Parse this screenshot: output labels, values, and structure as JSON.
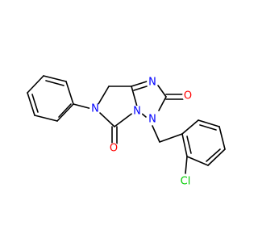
{
  "molecule": {
    "colors": {
      "bond": "#000000",
      "carbon": "#000000",
      "nitrogen": "#0000ff",
      "oxygen": "#ff0000",
      "chlorine": "#00cc00",
      "background": "#ffffff"
    },
    "atom_labels": {
      "n_ring_top": "N",
      "n_bridge": "N",
      "n_benzyl": "N",
      "n_phenyl": "N",
      "o_right": "O",
      "o_bottom": "O",
      "cl": "Cl"
    }
  }
}
